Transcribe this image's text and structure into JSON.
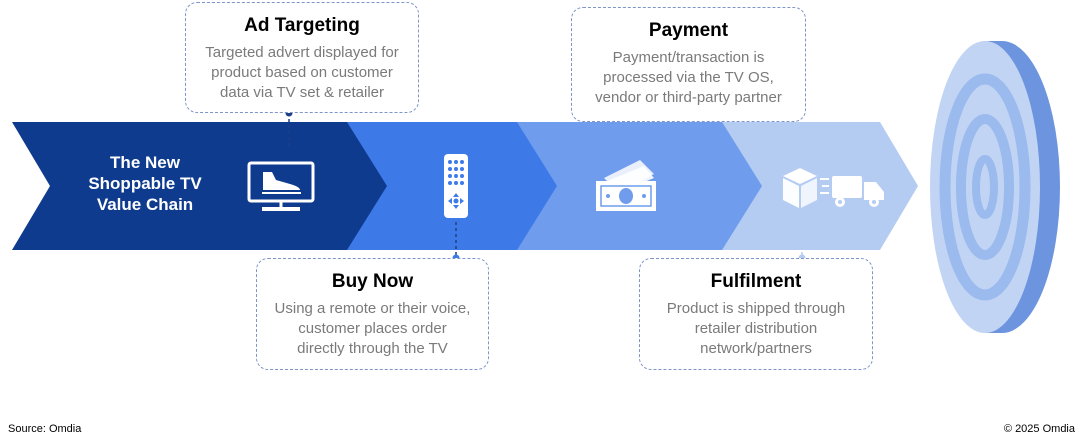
{
  "colors": {
    "stage1": "#0f3b8f",
    "stage2": "#3d7ae8",
    "stage3": "#6f9cec",
    "stage4": "#b4cbf2",
    "connector": "#1d3f87",
    "target_front": "#c2d4f3",
    "target_ring": "#9bbaee",
    "target_side": "#6d94de"
  },
  "chain": {
    "title_lines": [
      "The New",
      "Shoppable TV",
      "Value Chain"
    ]
  },
  "stages": [
    {
      "title": "Ad Targeting",
      "body": [
        "Targeted advert displayed for",
        "product based on customer",
        "data via TV set & retailer"
      ],
      "icon": "tv-sneaker-icon"
    },
    {
      "title": "Buy Now",
      "body": [
        "Using a remote or their voice,",
        "customer places order",
        "directly through the TV"
      ],
      "icon": "remote-control-icon"
    },
    {
      "title": "Payment",
      "body": [
        "Payment/transaction  is",
        "processed via the TV OS,",
        "vendor or third-party partner"
      ],
      "icon": "cash-payment-icon"
    },
    {
      "title": "Fulfilment",
      "body": [
        "Product is shipped through",
        "retailer distribution",
        "network/partners"
      ],
      "icon": "delivery-truck-icon"
    }
  ],
  "target_icon": "target-icon",
  "footer": {
    "source": "Source: Omdia",
    "copyright": "© 2025 Omdia"
  }
}
